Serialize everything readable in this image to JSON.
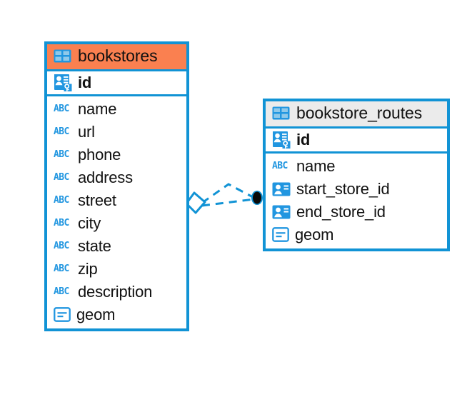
{
  "diagram": {
    "kind": "entity-relationship-diagram",
    "background": "#ffffff",
    "accent_blue": "#1193d5",
    "header_orange": "#fa8050",
    "header_gray": "#ebebeb",
    "text_color": "#111111"
  },
  "entities": [
    {
      "name": "bookstores",
      "header_icon": "table-icon",
      "header_color": "#fa8050",
      "primary_keys": [
        {
          "label": "id",
          "icon": "primary-key-icon",
          "type": "pk"
        }
      ],
      "fields": [
        {
          "label": "name",
          "icon": "abc-icon",
          "type": "text"
        },
        {
          "label": "url",
          "icon": "abc-icon",
          "type": "text"
        },
        {
          "label": "phone",
          "icon": "abc-icon",
          "type": "text"
        },
        {
          "label": "address",
          "icon": "abc-icon",
          "type": "text"
        },
        {
          "label": "street",
          "icon": "abc-icon",
          "type": "text"
        },
        {
          "label": "city",
          "icon": "abc-icon",
          "type": "text"
        },
        {
          "label": "state",
          "icon": "abc-icon",
          "type": "text"
        },
        {
          "label": "zip",
          "icon": "abc-icon",
          "type": "text"
        },
        {
          "label": "description",
          "icon": "abc-icon",
          "type": "text"
        },
        {
          "label": "geom",
          "icon": "geometry-icon",
          "type": "geometry"
        }
      ]
    },
    {
      "name": "bookstore_routes",
      "header_icon": "table-icon",
      "header_color": "#ebebeb",
      "primary_keys": [
        {
          "label": "id",
          "icon": "primary-key-icon",
          "type": "pk"
        }
      ],
      "fields": [
        {
          "label": "name",
          "icon": "abc-icon",
          "type": "text"
        },
        {
          "label": "start_store_id",
          "icon": "foreign-key-icon",
          "type": "fk"
        },
        {
          "label": "end_store_id",
          "icon": "foreign-key-icon",
          "type": "fk"
        },
        {
          "label": "geom",
          "icon": "geometry-icon",
          "type": "geometry"
        }
      ]
    }
  ],
  "relationship": {
    "style": "dashed",
    "color": "#1193d5",
    "source_endpoint": "diamond",
    "target_endpoint": "filled-circle",
    "target_endpoint_color": "#000000"
  },
  "icon_labels": {
    "abc": "ABC"
  }
}
